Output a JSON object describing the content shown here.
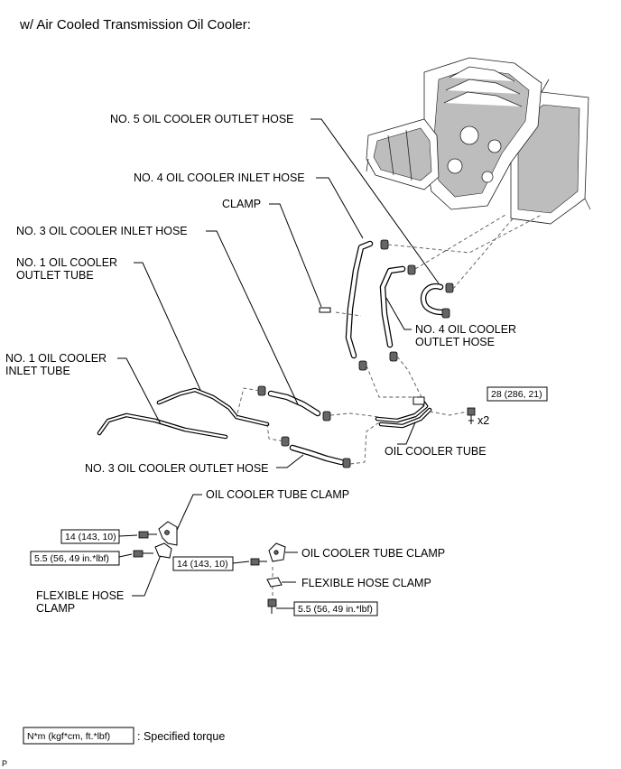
{
  "title": "w/ Air Cooled Transmission Oil Cooler:",
  "labels": {
    "no5_outlet_hose": "NO. 5 OIL COOLER OUTLET HOSE",
    "no4_inlet_hose": "NO. 4 OIL COOLER INLET HOSE",
    "clamp": "CLAMP",
    "no3_inlet_hose": "NO. 3 OIL COOLER INLET HOSE",
    "no1_outlet_tube_line1": "NO. 1 OIL COOLER",
    "no1_outlet_tube_line2": "OUTLET TUBE",
    "no4_outlet_hose_line1": "NO. 4 OIL COOLER",
    "no4_outlet_hose_line2": "OUTLET HOSE",
    "no1_inlet_tube_line1": "NO. 1 OIL COOLER",
    "no1_inlet_tube_line2": "INLET TUBE",
    "oil_cooler_tube": "OIL COOLER TUBE",
    "multiplier": "x2",
    "no3_outlet_hose": "NO. 3 OIL COOLER OUTLET HOSE",
    "oil_cooler_tube_clamp_left": "OIL COOLER TUBE CLAMP",
    "oil_cooler_tube_clamp_right": "OIL COOLER TUBE CLAMP",
    "flexible_hose_clamp_left_line1": "FLEXIBLE HOSE",
    "flexible_hose_clamp_left_line2": "CLAMP",
    "flexible_hose_clamp_right": "FLEXIBLE HOSE CLAMP"
  },
  "torques": {
    "bolt_cooler_tube": "28 (286, 21)",
    "bolt_left_upper": "14 (143, 10)",
    "bolt_left_lower": "5.5 (56, 49 in.*lbf)",
    "bolt_right_upper": "14 (143, 10)",
    "bolt_right_lower": "5.5 (56, 49 in.*lbf)"
  },
  "legend": {
    "unit_box": "N*m (kgf*cm, ft.*lbf)",
    "description": ": Specified torque"
  },
  "corner_mark": "P"
}
